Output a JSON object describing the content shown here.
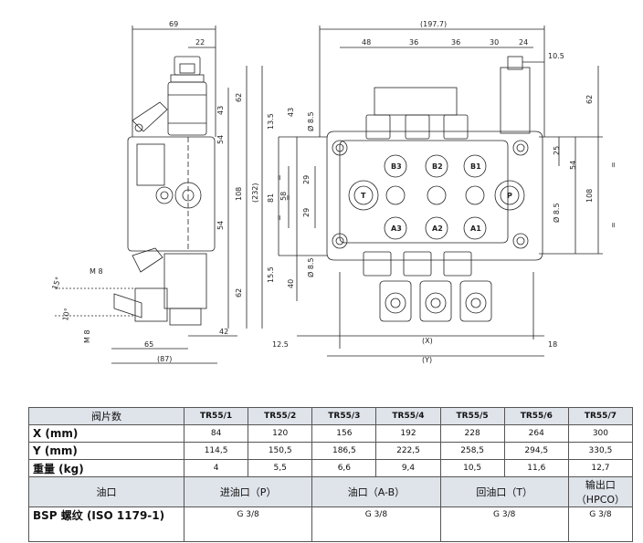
{
  "drawing": {
    "side_view": {
      "dims": [
        "69",
        "22",
        "43",
        "62",
        "54",
        "108",
        "(232)",
        "54",
        "62",
        "42",
        "65",
        "(87)"
      ],
      "labels": [
        "M 8",
        "M 8",
        "15°",
        "10°"
      ]
    },
    "front_view": {
      "dims_top": [
        "(197.7)",
        "48",
        "36",
        "36",
        "30",
        "24",
        "10.5"
      ],
      "dims_left": [
        "13.5",
        "43",
        "Ø 8.5",
        "81",
        "58",
        "29",
        "29",
        "Ø 8.5",
        "15.5",
        "40"
      ],
      "dims_right": [
        "62",
        "25",
        "54",
        "108",
        "Ø 8.5"
      ],
      "dims_bottom": [
        "12.5",
        "(X)",
        "18",
        "(Y)"
      ],
      "port_labels": [
        "B3",
        "B2",
        "B1",
        "T",
        "P",
        "A3",
        "A2",
        "A1"
      ],
      "equals": [
        "=",
        "=",
        "=",
        "=",
        "="
      ]
    }
  },
  "table": {
    "header": {
      "label": "阀片数",
      "cols": [
        "TR55/1",
        "TR55/2",
        "TR55/3",
        "TR55/4",
        "TR55/5",
        "TR55/6",
        "TR55/7"
      ]
    },
    "rows": [
      {
        "label": "X (mm)",
        "values": [
          "84",
          "120",
          "156",
          "192",
          "228",
          "264",
          "300"
        ]
      },
      {
        "label": "Y (mm)",
        "values": [
          "114,5",
          "150,5",
          "186,5",
          "222,5",
          "258,5",
          "294,5",
          "330,5"
        ]
      },
      {
        "label": "重量 (kg)",
        "values": [
          "4",
          "5,5",
          "6,6",
          "9,4",
          "10,5",
          "11,6",
          "12,7"
        ]
      }
    ],
    "ports": {
      "label": "油口",
      "cols": [
        "进油口（P）",
        "油口（A-B）",
        "回油口（T）",
        "输出口（HPCO）"
      ]
    },
    "bsp": {
      "label": "BSP 螺纹 (ISO 1179-1)",
      "values": [
        "G 3/8",
        "G 3/8",
        "G 3/8",
        "G 3/8"
      ]
    }
  }
}
